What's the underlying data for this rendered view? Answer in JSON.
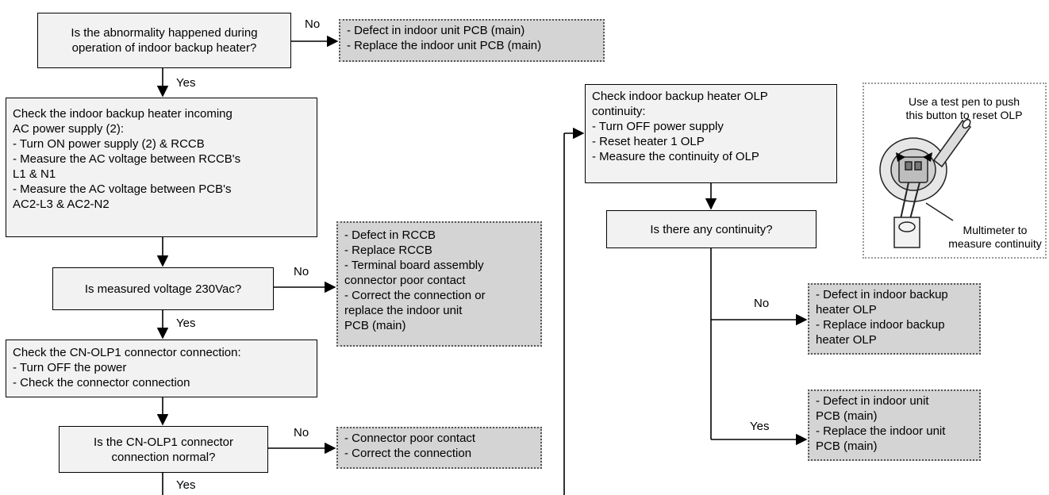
{
  "decision1": {
    "lines": [
      "Is the abnormality happened during",
      "operation of indoor backup heater?"
    ]
  },
  "result1": {
    "lines": [
      "- Defect in indoor unit PCB (main)",
      "- Replace the indoor unit PCB (main)"
    ]
  },
  "check1": {
    "lines": [
      "Check the indoor backup heater incoming",
      "AC power supply (2):",
      "- Turn ON power supply (2) & RCCB",
      "- Measure the AC voltage between RCCB's",
      "L1 & N1",
      "- Measure the AC voltage between PCB's",
      "AC2-L3 & AC2-N2"
    ]
  },
  "decision2": {
    "text": "Is measured voltage 230Vac?"
  },
  "result2": {
    "lines": [
      "- Defect in RCCB",
      "- Replace RCCB",
      "- Terminal board assembly",
      "connector poor contact",
      "- Correct the connection or",
      "replace the indoor unit",
      "PCB (main)"
    ]
  },
  "check2": {
    "lines": [
      "Check the CN-OLP1 connector connection:",
      "- Turn OFF the power",
      "- Check the connector connection"
    ]
  },
  "decision3": {
    "lines": [
      "Is the CN-OLP1 connector",
      "connection normal?"
    ]
  },
  "result3": {
    "lines": [
      "- Connector poor contact",
      "- Correct the connection"
    ]
  },
  "check3": {
    "lines": [
      "Check indoor backup heater OLP",
      "continuity:",
      "- Turn OFF power supply",
      "- Reset heater 1 OLP",
      "- Measure the continuity of OLP"
    ]
  },
  "decision4": {
    "text": "Is there any continuity?"
  },
  "result4": {
    "lines": [
      "- Defect in indoor backup",
      "heater OLP",
      "- Replace indoor backup",
      "heater OLP"
    ]
  },
  "result5": {
    "lines": [
      "- Defect in indoor unit",
      "PCB (main)",
      "- Replace the indoor unit",
      "PCB (main)"
    ]
  },
  "photo": {
    "caption_top": [
      "Use a test pen to push",
      "this button to reset OLP"
    ],
    "caption_bottom": [
      "Multimeter to",
      "measure continuity"
    ]
  },
  "labels": {
    "no": "No",
    "yes": "Yes"
  }
}
